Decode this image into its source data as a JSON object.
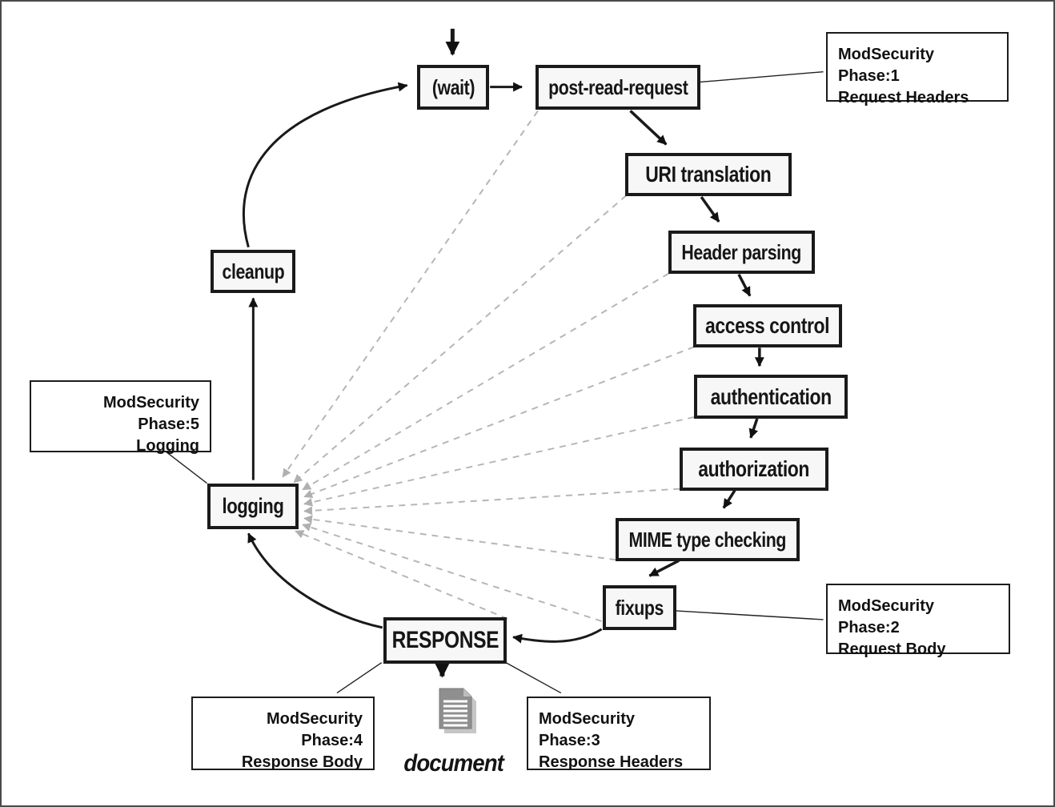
{
  "diagram": {
    "title_hint": "Apache request processing cycle with ModSecurity phases",
    "nodes": {
      "wait": "(wait)",
      "post_read_request": "post-read-request",
      "uri_translation": "URI translation",
      "header_parsing": "Header parsing",
      "access_control": "access control",
      "authentication": "authentication",
      "authorization": "authorization",
      "mime_type_checking": "MIME type checking",
      "fixups": "fixups",
      "response": "RESPONSE",
      "logging": "logging",
      "cleanup": "cleanup"
    },
    "annotations": {
      "phase1": {
        "title": "ModSecurity Phase:1",
        "subtitle": "Request Headers"
      },
      "phase2": {
        "title": "ModSecurity Phase:2",
        "subtitle": "Request Body"
      },
      "phase3": {
        "title": "ModSecurity Phase:3",
        "subtitle": "Response Headers"
      },
      "phase4": {
        "title": "ModSecurity Phase:4",
        "subtitle": "Response Body"
      },
      "phase5": {
        "title": "ModSecurity Phase:5",
        "subtitle": "Logging"
      }
    },
    "document_label": "document",
    "colors": {
      "node_border": "#1a1a1a",
      "node_fill": "#f7f7f7",
      "solid_line": "#1a1a1a",
      "dashed_line": "#b6b6b6",
      "background": "#ffffff",
      "outer_border": "#4a4a4a"
    }
  }
}
